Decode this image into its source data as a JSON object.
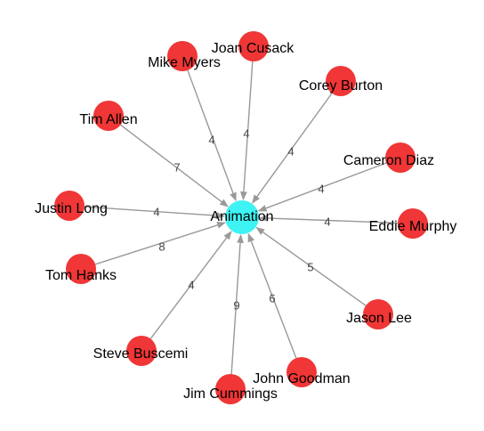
{
  "center": {
    "label": "Animation",
    "color": "#3ef3f3"
  },
  "outer_color": "#f03636",
  "edge_color": "#999999",
  "nodes": [
    {
      "id": "joan",
      "label": "Joan Cusack"
    },
    {
      "id": "mike",
      "label": "Mike Myers"
    },
    {
      "id": "corey",
      "label": "Corey Burton"
    },
    {
      "id": "tim",
      "label": "Tim Allen"
    },
    {
      "id": "cameron",
      "label": "Cameron Diaz"
    },
    {
      "id": "justin",
      "label": "Justin Long"
    },
    {
      "id": "eddie",
      "label": "Eddie Murphy"
    },
    {
      "id": "tom",
      "label": "Tom Hanks"
    },
    {
      "id": "jason",
      "label": "Jason Lee"
    },
    {
      "id": "steve",
      "label": "Steve Buscemi"
    },
    {
      "id": "goodman",
      "label": "John Goodman"
    },
    {
      "id": "jim",
      "label": "Jim Cummings"
    }
  ],
  "edges": [
    {
      "from": "joan",
      "weight": "4"
    },
    {
      "from": "mike",
      "weight": "4"
    },
    {
      "from": "corey",
      "weight": "4"
    },
    {
      "from": "tim",
      "weight": "7"
    },
    {
      "from": "cameron",
      "weight": "4"
    },
    {
      "from": "justin",
      "weight": "4"
    },
    {
      "from": "eddie",
      "weight": "4"
    },
    {
      "from": "tom",
      "weight": "8"
    },
    {
      "from": "jason",
      "weight": "5"
    },
    {
      "from": "steve",
      "weight": "4"
    },
    {
      "from": "goodman",
      "weight": "6"
    },
    {
      "from": "jim",
      "weight": "9"
    }
  ]
}
